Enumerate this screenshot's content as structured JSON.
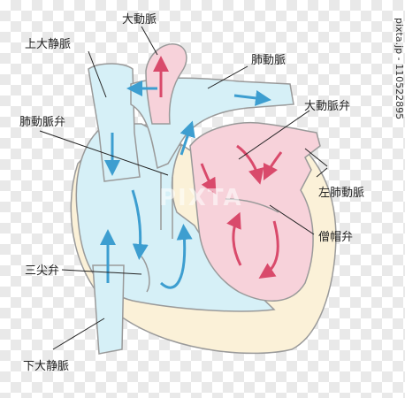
{
  "colors": {
    "right_side": "#d6f0f7",
    "left_side": "#f7d2da",
    "muscle": "#fbf1d8",
    "outline": "#9a9a9a",
    "blue_arrow": "#3d9ed0",
    "red_arrow": "#d94a6b"
  },
  "labels": {
    "aorta": "大動脈",
    "pulmonary_artery": "肺動脈",
    "superior_vena_cava": "上大静脈",
    "aortic_valve": "大動脈弁",
    "pulmonary_valve": "肺動脈弁",
    "pulmonary_vein": "左肺動脈",
    "tricuspid_valve": "三尖弁",
    "mitral_valve": "僧帽弁",
    "inferior_vena_cava": "下大静脈"
  },
  "watermark": "PIXTA",
  "side_text": "pixta.jp - 110522895"
}
